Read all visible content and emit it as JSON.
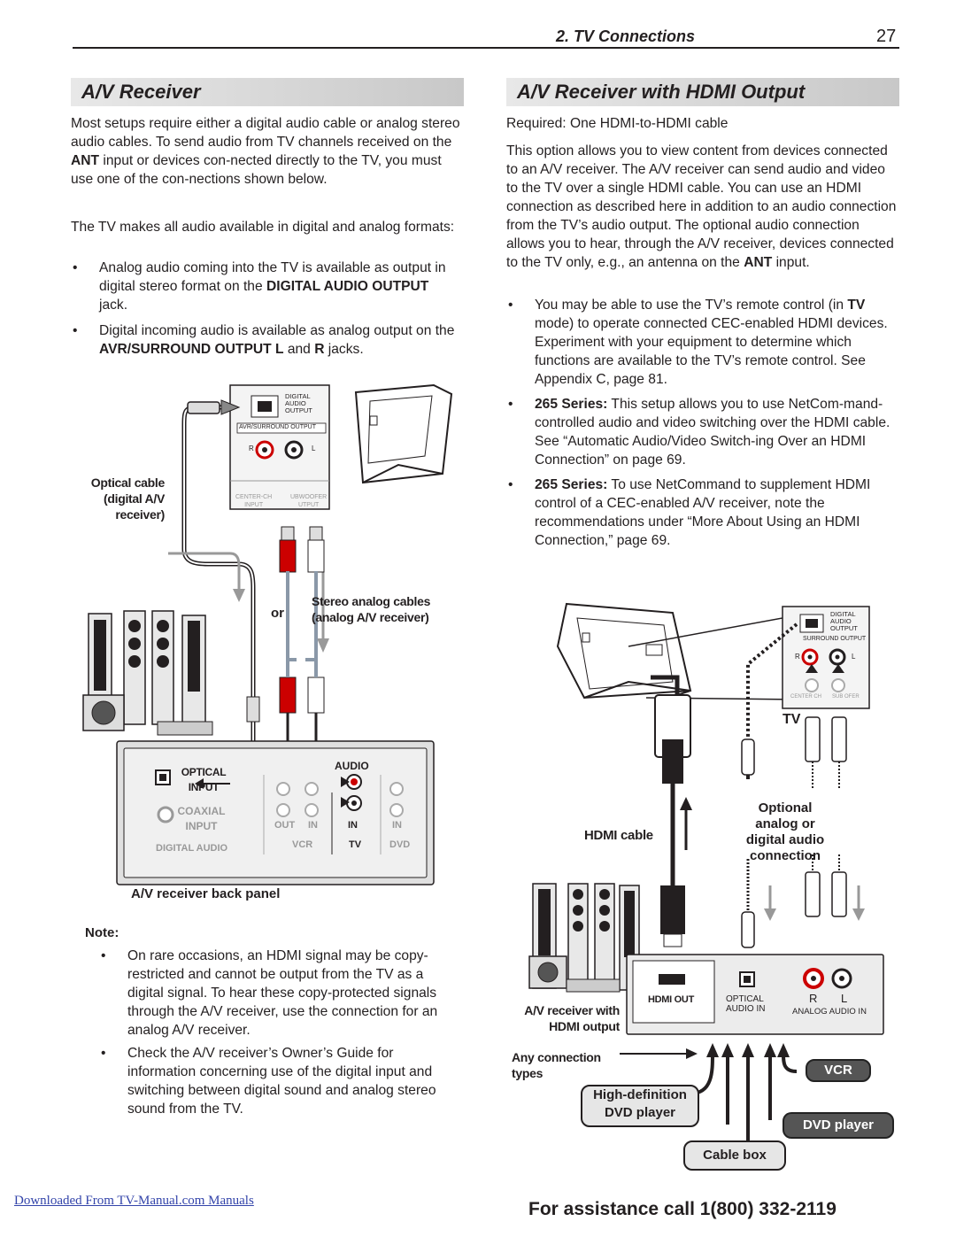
{
  "header": {
    "section": "2. TV Connections",
    "page_number": "27"
  },
  "left": {
    "title": "A/V Receiver",
    "para1_a": "Most setups require either a digital audio cable or analog stereo audio cables.  To send audio from TV channels received on the ",
    "para1_b": "ANT",
    "para1_c": " input or devices con-nected directly to the TV, you must use one of the con-nections shown below.",
    "para2": "The TV makes all audio available in digital and analog formats:",
    "bullet1_a": "Analog audio coming into the TV is available as output in digital stereo format on the ",
    "bullet1_b": "DIGITAL AUDIO OUTPUT",
    "bullet1_c": " jack.",
    "bullet2_a": "Digital incoming audio is available as analog output on the ",
    "bullet2_b": "AVR/SURROUND OUTPUT L",
    "bullet2_c": " and ",
    "bullet2_d": "R",
    "bullet2_e": " jacks.",
    "diagram": {
      "optical_cable": "Optical cable",
      "digital_av": "(digital A/V",
      "receiver": "receiver)",
      "stereo_cables": "Stereo analog cables",
      "analog_av": "(analog A/V receiver)",
      "or": "or",
      "tv_digital": "DIGITAL",
      "tv_audio": "AUDIO",
      "tv_output": "OUTPUT",
      "tv_avr": "AVR/SURROUND OUTPUT",
      "tv_r": "R",
      "tv_l": "L",
      "tv_center": "CENTER-CH",
      "tv_input": "INPUT",
      "tv_subwoofer": "UBWOOFER",
      "tv_utput": "UTPUT",
      "rx_optical": "OPTICAL",
      "rx_input": "INPUT",
      "rx_coaxial": "COAXIAL",
      "rx_input2": "INPUT",
      "rx_digital_audio": "DIGITAL AUDIO",
      "rx_audio": "AUDIO",
      "rx_out": "OUT",
      "rx_in": "IN",
      "rx_in2": "IN",
      "rx_in3": "IN",
      "rx_vcr": "VCR",
      "rx_tv": "TV",
      "rx_dvd": "DVD",
      "caption": "A/V receiver back panel"
    },
    "note_label": "Note:",
    "note1": "On rare occasions, an HDMI signal may be copy-restricted and cannot be output from the TV as a digital signal.  To hear these copy-protected signals through the A/V receiver, use the connection for an analog A/V receiver.",
    "note2": "Check the A/V receiver’s Owner’s Guide for information concerning use of the digital input and switching between digital sound and analog stereo sound from the TV."
  },
  "right": {
    "title": "A/V Receiver with HDMI Output",
    "required": "Required:  One HDMI-to-HDMI cable",
    "para_a": "This option allows you to view content from devices connected to an A/V receiver.  The A/V receiver can send audio and video to the TV over a single HDMI cable.  You can use an HDMI connection as described here in addition to an audio connection from the TV’s audio output.  The optional audio connection allows you to hear, through the A/V receiver, devices connected to the TV only, e.g., an antenna on the ",
    "para_b": "ANT",
    "para_c": " input.",
    "b1_a": "You may be able to use the TV’s remote control (in ",
    "b1_b": "TV",
    "b1_c": " mode) to operate connected CEC-enabled HDMI devices.  Experiment with your equipment to determine which functions are available to the TV’s remote control.  See Appendix C, page 81.",
    "b2_a": "265 Series:",
    "b2_b": "  This setup allows you to use NetCom-mand-controlled audio and video switching over the HDMI cable.  See  “Automatic Audio/Video Switch-ing Over an HDMI Connection” on page 69.",
    "b3_a": "265 Series:",
    "b3_b": "  To use NetCommand to supplement HDMI control of a CEC-enabled A/V receiver, note the recommendations under “More About Using an HDMI Connection,” page 69.",
    "diagram": {
      "tv": "TV",
      "hdmi_cable": "HDMI cable",
      "optional": "Optional",
      "analog_or": "analog or",
      "digital_audio": "digital audio",
      "connection": "connection",
      "av_receiver_with": "A/V receiver with",
      "hdmi_output": "HDMI output",
      "hdmi_out": "HDMI OUT",
      "optical": "OPTICAL",
      "audio_in": "AUDIO IN",
      "r": "R",
      "l": "L",
      "analog_audio_in": "ANALOG AUDIO IN",
      "any_connection": "Any connection",
      "types": "types",
      "vcr": "VCR",
      "hd": "High-definition",
      "dvd_player_hd": "DVD player",
      "dvd_player": "DVD player",
      "cable_box": "Cable box",
      "tv_digital": "DIGITAL",
      "tv_audio": "AUDIO",
      "tv_output": "OUTPUT",
      "tv_surround": "SURROUND OUTPUT",
      "tv_r": "R",
      "tv_l": "L",
      "tv_center": "CENTER",
      "tv_ch": "CH",
      "tv_sub": "SUB",
      "tv_ofer": "OFER"
    }
  },
  "footer": {
    "link": "Downloaded From TV-Manual.com Manuals",
    "assistance": "For assistance call 1(800) 332-2119"
  }
}
